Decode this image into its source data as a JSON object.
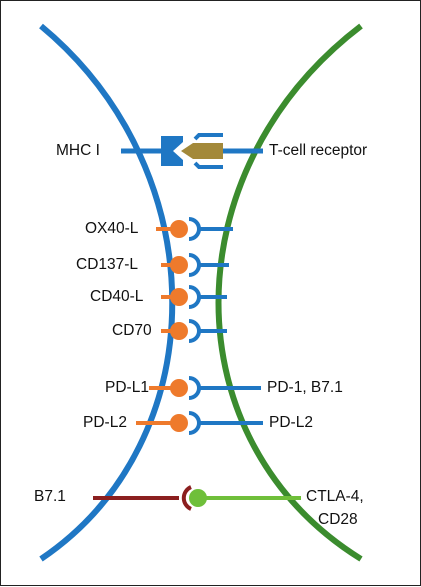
{
  "colors": {
    "apc_membrane": "#1f77c4",
    "tcell_membrane": "#3b8c2e",
    "ligand_orange": "#ee7a2c",
    "b71_line": "#8b1f1f",
    "ctla4_green": "#6fbf3a",
    "tcr_olive": "#a3893a"
  },
  "left_labels": {
    "mhc": "MHC I",
    "ox40l": "OX40-L",
    "cd137l": "CD137-L",
    "cd40l": "CD40-L",
    "cd70": "CD70",
    "pdl1": "PD-L1",
    "pdl2": "PD-L2",
    "b71": "B7.1"
  },
  "right_labels": {
    "tcr": "T-cell receptor",
    "pd1": "PD-1, B7.1",
    "pdl2": "PD-L2",
    "ctla4_line1": "CTLA-4,",
    "ctla4_line2": "CD28"
  },
  "icons": {
    "ligand": "orange-ball-ligand-icon",
    "receptor": "cup-receptor-icon",
    "tcr": "t-cell-receptor-icon",
    "mhc": "mhc-class-i-icon",
    "ctla4": "green-ball-receptor-icon"
  }
}
